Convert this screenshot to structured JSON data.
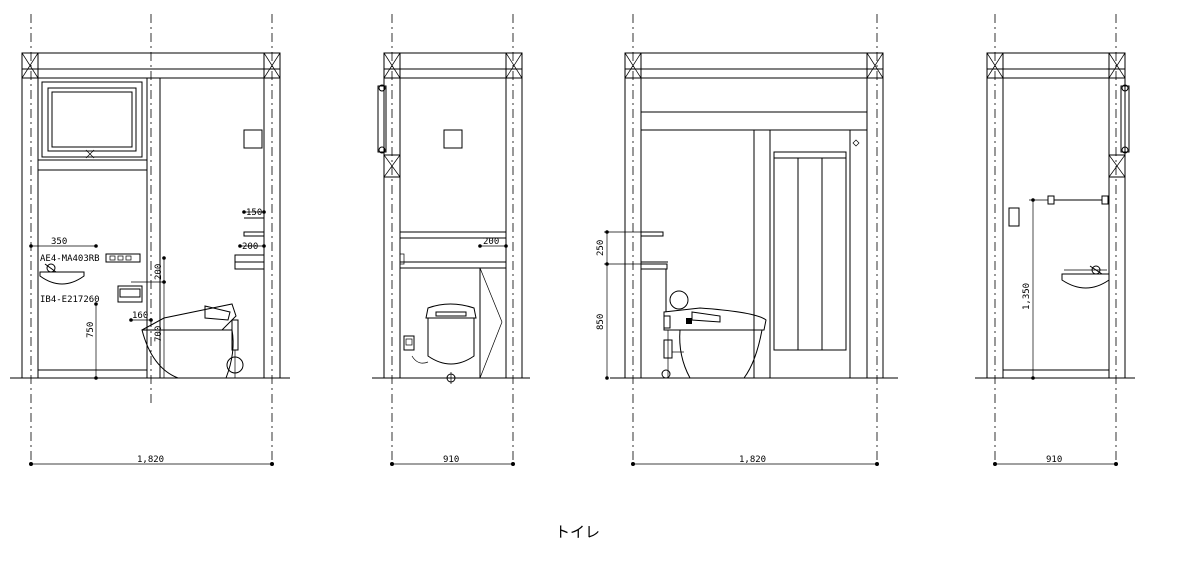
{
  "drawing": {
    "title": "トイレ",
    "elevations": [
      {
        "id": "elevation-a",
        "width_label": "1,820",
        "dims": [
          "150",
          "200",
          "350",
          "200",
          "700",
          "160",
          "750"
        ],
        "parts": [
          "AE4-MA403RB",
          "IB4-E217260"
        ]
      },
      {
        "id": "elevation-b",
        "width_label": "910",
        "dims": [
          "200"
        ]
      },
      {
        "id": "elevation-c",
        "width_label": "1,820",
        "dims": [
          "250",
          "850"
        ]
      },
      {
        "id": "elevation-d",
        "width_label": "910",
        "dims": [
          "1,350"
        ]
      }
    ]
  }
}
